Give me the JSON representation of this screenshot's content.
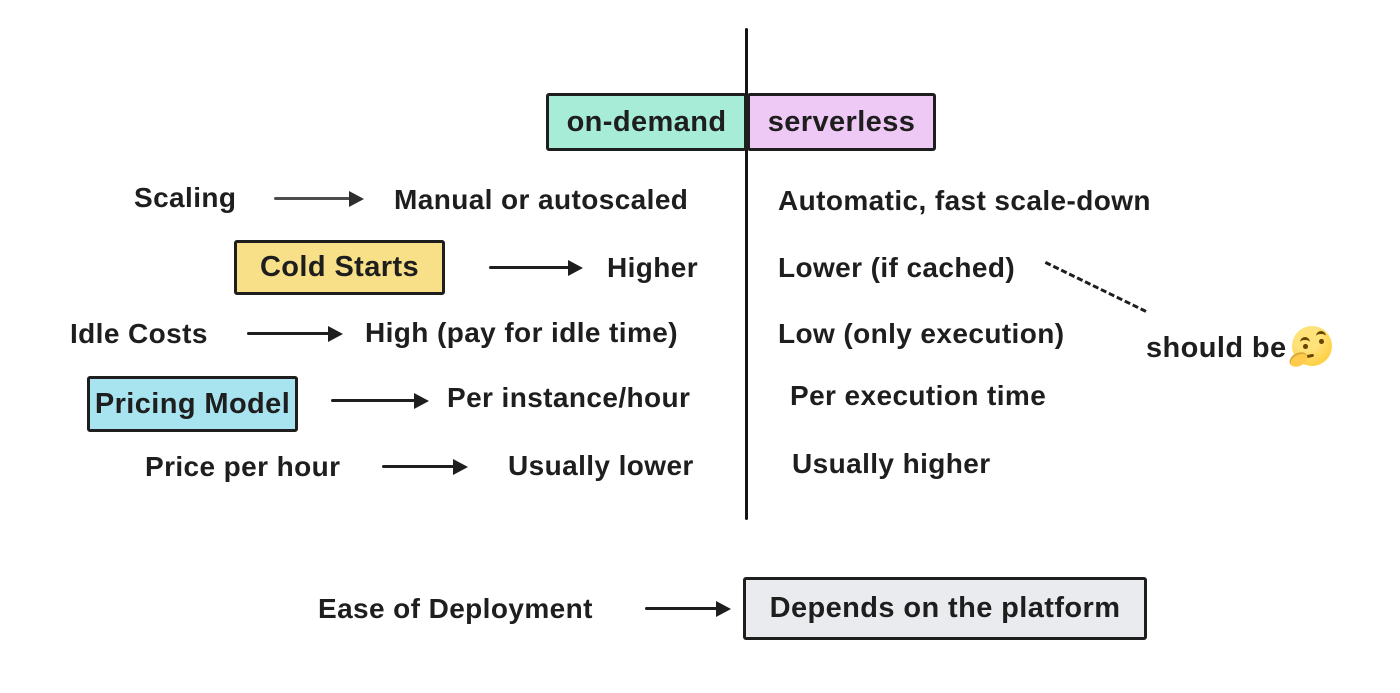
{
  "header": {
    "on_demand": "on-demand",
    "serverless": "serverless"
  },
  "rows": [
    {
      "label": "Scaling",
      "boxed": false,
      "on_demand": "Manual or autoscaled",
      "serverless": "Automatic, fast scale-down"
    },
    {
      "label": "Cold Starts",
      "boxed": true,
      "on_demand": "Higher",
      "serverless": "Lower (if cached)"
    },
    {
      "label": "Idle Costs",
      "boxed": false,
      "on_demand": "High (pay for idle time)",
      "serverless": "Low (only execution)"
    },
    {
      "label": "Pricing Model",
      "boxed": true,
      "on_demand": "Per instance/hour",
      "serverless": "Per execution time"
    },
    {
      "label": "Price per hour",
      "boxed": false,
      "on_demand": "Usually lower",
      "serverless": "Usually higher"
    }
  ],
  "annotation": {
    "text": "should be",
    "emoji": "🤔",
    "emoji_icon": "thinking-face"
  },
  "footer": {
    "label": "Ease of Deployment",
    "value": "Depends on the platform"
  },
  "colors": {
    "stroke": "#1e1e1e",
    "on_demand_fill": "#a7ecd6",
    "serverless_fill": "#eec9f5",
    "cold_starts_fill": "#f7e088",
    "pricing_model_fill": "#a8e4ef",
    "platform_fill": "#e9ebee"
  }
}
